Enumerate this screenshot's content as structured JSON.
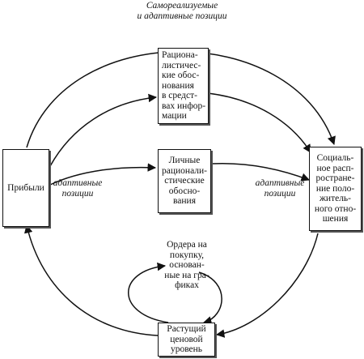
{
  "nodes": {
    "profits": "Прибыли",
    "rational_info": "Рациона-\nлистичес-\nкие обос-\nнования\nв средст-\nвах инфор-\nмации",
    "personal_rational": "Личные\nрационали-\nстические\nобосно-\nвания",
    "social_spread": "Социаль-\nное расп-\nростране-\nние поло-\nжитель-\nного отно-\nшения",
    "rising_price": "Растущий\nценовой\nуровень"
  },
  "labels": {
    "top_arc": "Самореализуемые\nи адаптивные позиции",
    "left_adaptive": "адаптивные\nпозиции",
    "right_adaptive": "адаптивные\nпозиции",
    "chart_orders": "Ордера на\nпокупку,\nоснован-\nные на гра-\nфиках"
  }
}
